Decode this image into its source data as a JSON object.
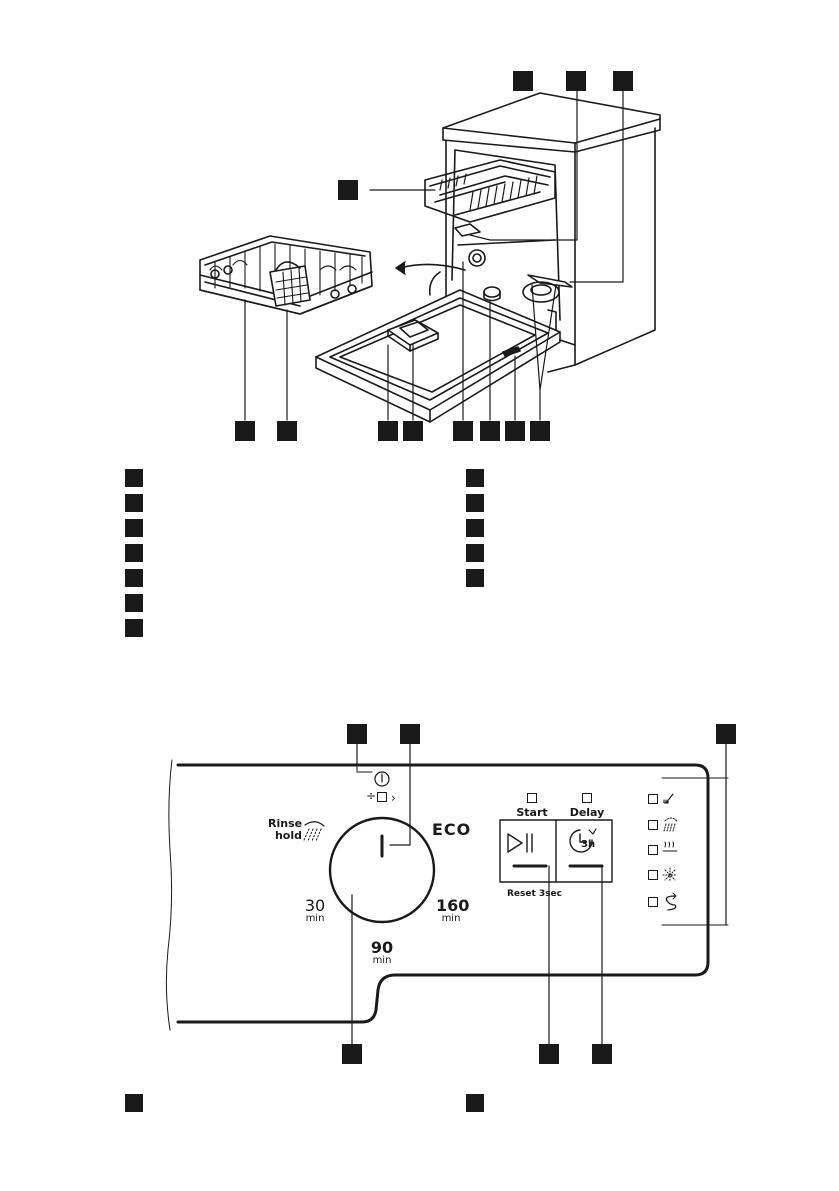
{
  "panel": {
    "rinse_hold": "Rinse\nhold",
    "eco": "ECO",
    "t30": "30",
    "t30_unit": "min",
    "t90": "90",
    "t90_unit": "min",
    "t160": "160",
    "t160_unit": "min",
    "start": "Start",
    "delay": "Delay",
    "reset": "Reset 3sec",
    "delay_glyph": "3h"
  }
}
